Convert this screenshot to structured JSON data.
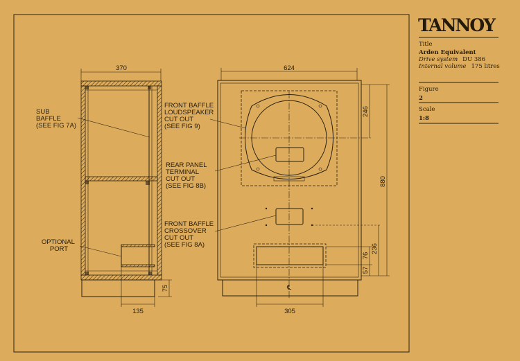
{
  "title_block": {
    "logo": "TANNOY",
    "title_label": "Title",
    "title_value": "Arden Equivalent",
    "drive_label": "Drive system",
    "drive_value": "DU 386",
    "volume_label": "Internal volume",
    "volume_value": "175 litres",
    "figure_label": "Figure",
    "figure_value": "2",
    "scale_label": "Scale",
    "scale_value": "1:8"
  },
  "side_view": {
    "width_dim": "370",
    "port_dim": "135",
    "plinth_dim": "75",
    "labels": {
      "sub_baffle": [
        "SUB",
        "BAFFLE",
        "(SEE FIG 7A)"
      ],
      "optional_port": [
        "OPTIONAL",
        "PORT"
      ]
    }
  },
  "front_view": {
    "width_dim": "624",
    "port_width_dim": "305",
    "height_dim": "880",
    "speaker_center_dim": "246",
    "crossover_dim": "236",
    "port_height_dim": "76",
    "port_bottom_dim": "57",
    "centerline_symbol": "℄",
    "labels": {
      "loudspeaker_cutout": [
        "FRONT BAFFLE",
        "LOUDSPEAKER",
        "CUT OUT",
        "(SEE FIG 9)"
      ],
      "terminal_cutout": [
        "REAR PANEL",
        "TERMINAL",
        "CUT OUT",
        "(SEE FIG 8B)"
      ],
      "crossover_cutout": [
        "FRONT BAFFLE",
        "CROSSOVER",
        "CUT OUT",
        "(SEE FIG 8A)"
      ]
    }
  },
  "colors": {
    "paper": "#dcab5c",
    "ink": "#2a2010"
  }
}
